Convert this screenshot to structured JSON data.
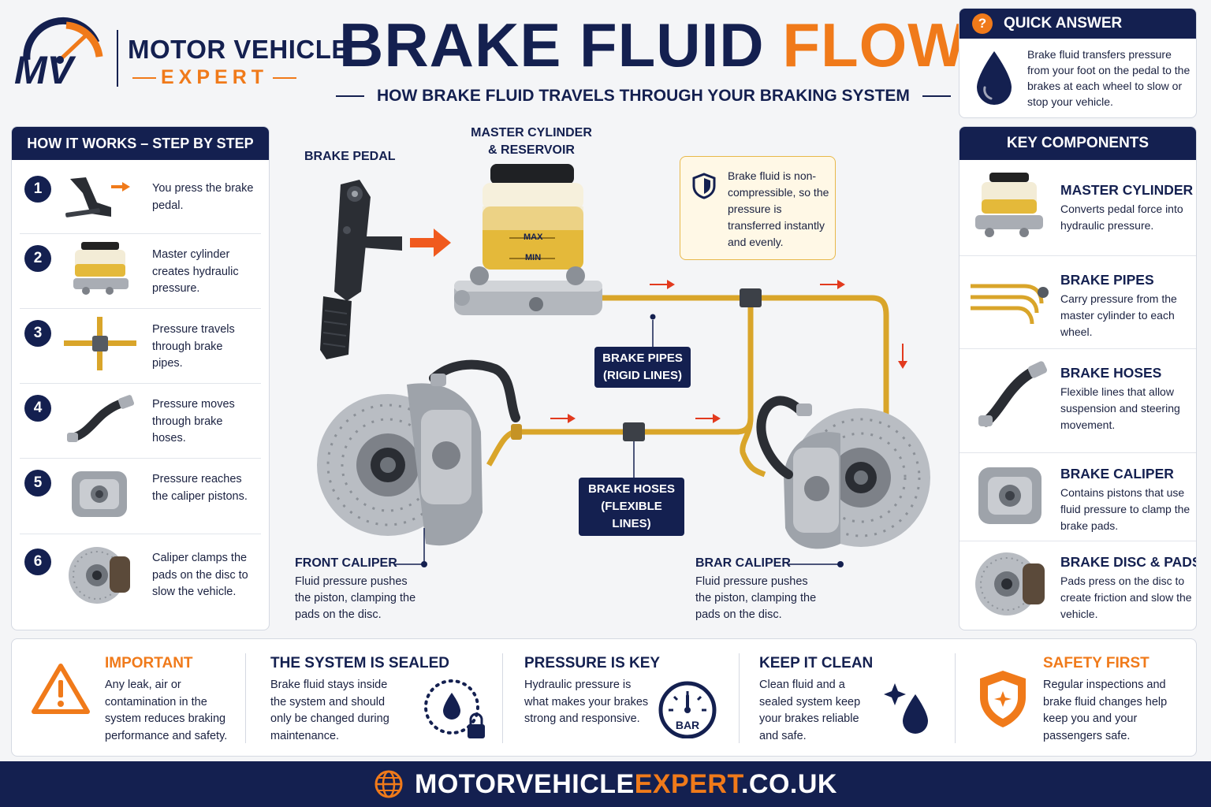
{
  "brand": {
    "line1": "MOTOR VEHICLE",
    "line2": "EXPERT",
    "logo_letters": "MV"
  },
  "title": {
    "word1": "BRAKE FLUID",
    "word2": "FLOW"
  },
  "subtitle": "HOW BRAKE FLUID TRAVELS THROUGH YOUR BRAKING SYSTEM",
  "quick_answer": {
    "heading": "QUICK ANSWER",
    "icon": "?",
    "text": "Brake fluid transfers pressure from your foot on the pedal to the brakes at each wheel to slow or stop your vehicle."
  },
  "steps": {
    "heading": "HOW IT WORKS – STEP BY STEP",
    "items": [
      {
        "num": "1",
        "text": "You press the brake pedal.",
        "icon": "brake-pedal-icon"
      },
      {
        "num": "2",
        "text": "Master cylinder creates hydraulic pressure.",
        "icon": "master-cylinder-icon"
      },
      {
        "num": "3",
        "text": "Pressure travels through brake pipes.",
        "icon": "brake-pipe-junction-icon"
      },
      {
        "num": "4",
        "text": "Pressure moves through brake hoses.",
        "icon": "brake-hose-icon"
      },
      {
        "num": "5",
        "text": "Pressure reaches the caliper pistons.",
        "icon": "brake-caliper-icon"
      },
      {
        "num": "6",
        "text": "Caliper clamps the pads on the disc to slow the vehicle.",
        "icon": "brake-disc-icon"
      }
    ]
  },
  "components": {
    "heading": "KEY COMPONENTS",
    "items": [
      {
        "title": "MASTER CYLINDER",
        "text": "Converts pedal force into hydraulic pressure."
      },
      {
        "title": "BRAKE PIPES",
        "text": "Carry pressure from the master cylinder to each wheel."
      },
      {
        "title": "BRAKE HOSES",
        "text": "Flexible lines that allow suspension and steering movement."
      },
      {
        "title": "BRAKE CALIPER",
        "text": "Contains pistons that use fluid pressure to clamp the brake pads."
      },
      {
        "title": "BRAKE DISC & PADS",
        "text": "Pads press on the disc to create friction and slow the vehicle."
      }
    ]
  },
  "diagram": {
    "pedal_label": "BRAKE PEDAL",
    "master_label": "MASTER CYLINDER & RESERVOIR",
    "reservoir_max": "MAX",
    "reservoir_min": "MIN",
    "callout": "Brake fluid is non-compressible, so the pressure is transferred instantly and evenly.",
    "pipes_label": "BRAKE PIPES (RIGID LINES)",
    "hoses_label": "BRAKE HOSES (FLEXIBLE LINES)",
    "front_caliper": {
      "title": "FRONT CALIPER",
      "text": "Fluid pressure pushes the piston, clamping the pads on the disc."
    },
    "rear_caliper": {
      "title": "BRAR CALIPER",
      "text": "Fluid pressure pushes the piston, clamping the pads on the disc."
    }
  },
  "info": [
    {
      "title": "IMPORTANT",
      "text": "Any leak, air or contamination in the system reduces braking performance and safety.",
      "color": "#f07a1a"
    },
    {
      "title": "THE SYSTEM IS SEALED",
      "text": "Brake fluid stays inside the system and should only be changed during maintenance.",
      "color": "#142050"
    },
    {
      "title": "PRESSURE IS KEY",
      "text": "Hydraulic pressure is what makes your brakes strong and responsive.",
      "color": "#142050",
      "gauge_label": "BAR"
    },
    {
      "title": "KEEP IT CLEAN",
      "text": "Clean fluid and a sealed system keep your brakes reliable and safe.",
      "color": "#142050"
    },
    {
      "title": "SAFETY FIRST",
      "text": "Regular inspections and brake fluid changes help keep you and your passengers safe.",
      "color": "#f07a1a"
    }
  ],
  "footer": {
    "url_part1": "MOTORVEHICLE",
    "url_part2": "EXPERT",
    "url_part3": ".CO.UK"
  },
  "colors": {
    "navy": "#142050",
    "orange": "#f07a1a",
    "pipe_gold": "#d9a52a",
    "fluid": "#e9c35a"
  }
}
